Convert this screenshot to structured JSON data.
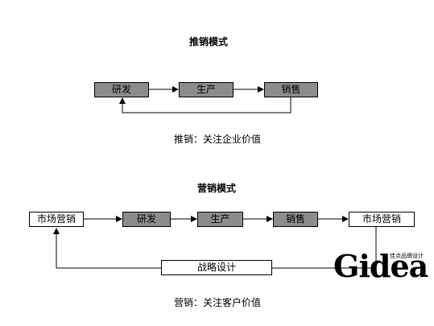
{
  "push_model": {
    "title": "推销模式",
    "nodes": [
      "研发",
      "生产",
      "销售"
    ],
    "caption": "推销：关注企业价值"
  },
  "marketing_model": {
    "title": "营销模式",
    "nodes": [
      "市场营销",
      "研发",
      "生产",
      "销售",
      "市场营销"
    ],
    "feedback_label": "战略设计",
    "caption": "营销：关注客户价值"
  },
  "logo": {
    "name": "Gidea",
    "tagline": "佳点品牌设计"
  },
  "colors": {
    "gray_box": "#8c8c8c",
    "white_box": "#ffffff",
    "line": "#000000"
  }
}
